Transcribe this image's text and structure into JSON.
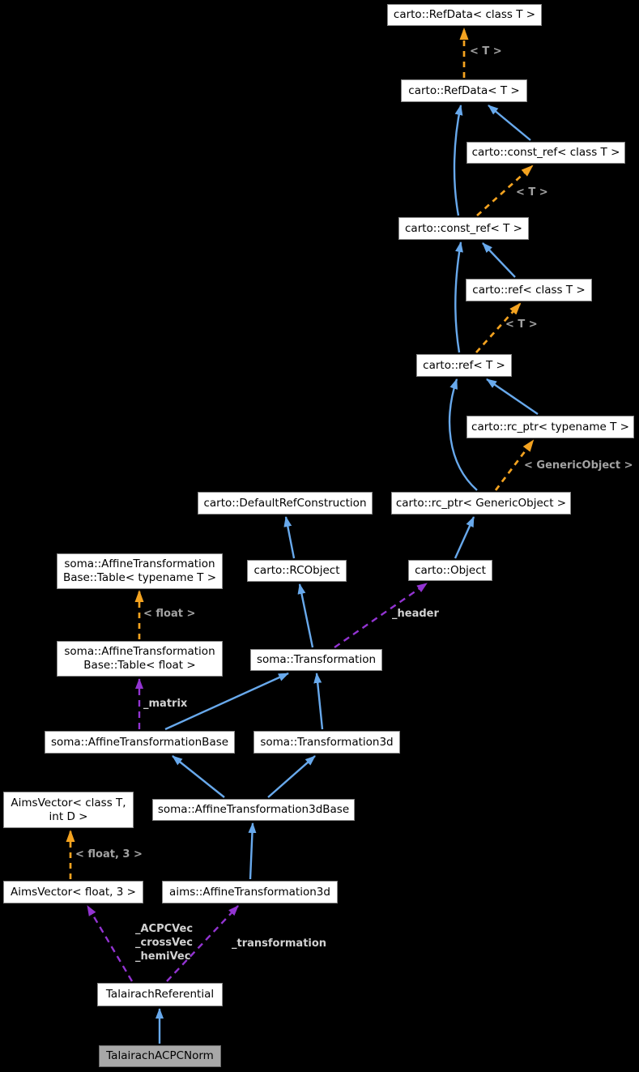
{
  "diagram": {
    "background": "#000000",
    "colors": {
      "node_fill": "#ffffff",
      "node_border": "#878787",
      "node_text": "#000000",
      "highlighted_node_fill": "#a8a8a8",
      "inheritance_arrow": "#68a9ec",
      "template_arrow": "#f4a320",
      "member_arrow": "#9334d2",
      "template_label_text": "#a2a2a2",
      "member_label_text": "#d2d2d2"
    },
    "nodes": [
      {
        "id": "refdata-class-t",
        "label": "carto::RefData< class T >"
      },
      {
        "id": "refdata-t",
        "label": "carto::RefData< T >"
      },
      {
        "id": "const-ref-class-t",
        "label": "carto::const_ref< class T >"
      },
      {
        "id": "const-ref-t",
        "label": "carto::const_ref< T >"
      },
      {
        "id": "ref-class-t",
        "label": "carto::ref< class T >"
      },
      {
        "id": "ref-t",
        "label": "carto::ref< T >"
      },
      {
        "id": "rc-ptr-typename-t",
        "label": "carto::rc_ptr< typename T >"
      },
      {
        "id": "default-ref-construction",
        "label": "carto::DefaultRefConstruction"
      },
      {
        "id": "rc-ptr-genericobject",
        "label": "carto::rc_ptr< GenericObject >"
      },
      {
        "id": "table-typename-t",
        "label": "soma::AffineTransformation\nBase::Table< typename T >"
      },
      {
        "id": "rcobject",
        "label": "carto::RCObject"
      },
      {
        "id": "object",
        "label": "carto::Object"
      },
      {
        "id": "table-float",
        "label": "soma::AffineTransformation\nBase::Table< float >"
      },
      {
        "id": "transformation",
        "label": "soma::Transformation"
      },
      {
        "id": "affine-transformation-base",
        "label": "soma::AffineTransformationBase"
      },
      {
        "id": "transformation3d",
        "label": "soma::Transformation3d"
      },
      {
        "id": "aimsvector-class-t-int-d",
        "label": "AimsVector< class T,\nint D >"
      },
      {
        "id": "affine-transformation-3dbase",
        "label": "soma::AffineTransformation3dBase"
      },
      {
        "id": "aimsvector-float-3",
        "label": "AimsVector< float, 3 >"
      },
      {
        "id": "aims-affine-transformation3d",
        "label": "aims::AffineTransformation3d"
      },
      {
        "id": "talairach-referential",
        "label": "TalairachReferential"
      },
      {
        "id": "talairach-acpcnorm",
        "label": "TalairachACPCNorm",
        "highlighted": true
      }
    ],
    "edge_labels": [
      {
        "id": "tmpl-t-refdata",
        "text": "< T >"
      },
      {
        "id": "tmpl-t-const-ref",
        "text": "< T >"
      },
      {
        "id": "tmpl-t-ref",
        "text": "< T >"
      },
      {
        "id": "tmpl-genericobject",
        "text": "< GenericObject >"
      },
      {
        "id": "tmpl-float",
        "text": "< float >"
      },
      {
        "id": "member-header",
        "text": "_header"
      },
      {
        "id": "member-matrix",
        "text": "_matrix"
      },
      {
        "id": "tmpl-float-3",
        "text": "< float, 3 >"
      },
      {
        "id": "member-vectors",
        "text": "_ACPCVec\n_crossVec\n_hemiVec"
      },
      {
        "id": "member-transformation",
        "text": "_transformation"
      }
    ],
    "edges": [
      {
        "from": "carto::RefData< T >",
        "to": "carto::RefData< class T >",
        "type": "template-instantiation",
        "label": "< T >"
      },
      {
        "from": "carto::const_ref< T >",
        "to": "carto::RefData< T >",
        "type": "inheritance",
        "label": ""
      },
      {
        "from": "carto::const_ref< class T >",
        "to": "carto::RefData< T >",
        "type": "inheritance",
        "label": ""
      },
      {
        "from": "carto::const_ref< T >",
        "to": "carto::const_ref< class T >",
        "type": "template-instantiation",
        "label": "< T >"
      },
      {
        "from": "carto::ref< class T >",
        "to": "carto::const_ref< T >",
        "type": "inheritance",
        "label": ""
      },
      {
        "from": "carto::ref< T >",
        "to": "carto::const_ref< T >",
        "type": "inheritance",
        "label": ""
      },
      {
        "from": "carto::ref< T >",
        "to": "carto::ref< class T >",
        "type": "template-instantiation",
        "label": "< T >"
      },
      {
        "from": "carto::rc_ptr< typename T >",
        "to": "carto::ref< T >",
        "type": "inheritance",
        "label": ""
      },
      {
        "from": "carto::rc_ptr< GenericObject >",
        "to": "carto::ref< T >",
        "type": "inheritance",
        "label": ""
      },
      {
        "from": "carto::rc_ptr< GenericObject >",
        "to": "carto::rc_ptr< typename T >",
        "type": "template-instantiation",
        "label": "< GenericObject >"
      },
      {
        "from": "carto::Object",
        "to": "carto::rc_ptr< GenericObject >",
        "type": "inheritance",
        "label": ""
      },
      {
        "from": "carto::RCObject",
        "to": "carto::DefaultRefConstruction",
        "type": "inheritance",
        "label": ""
      },
      {
        "from": "soma::Transformation",
        "to": "carto::RCObject",
        "type": "inheritance",
        "label": ""
      },
      {
        "from": "soma::Transformation",
        "to": "carto::Object",
        "type": "member",
        "label": "_header"
      },
      {
        "from": "soma::AffineTransformationBase::Table< float >",
        "to": "soma::AffineTransformationBase::Table< typename T >",
        "type": "template-instantiation",
        "label": "< float >"
      },
      {
        "from": "soma::AffineTransformationBase",
        "to": "soma::AffineTransformationBase::Table< float >",
        "type": "member",
        "label": "_matrix"
      },
      {
        "from": "soma::AffineTransformationBase",
        "to": "soma::Transformation",
        "type": "inheritance",
        "label": ""
      },
      {
        "from": "soma::Transformation3d",
        "to": "soma::Transformation",
        "type": "inheritance",
        "label": ""
      },
      {
        "from": "soma::AffineTransformation3dBase",
        "to": "soma::AffineTransformationBase",
        "type": "inheritance",
        "label": ""
      },
      {
        "from": "soma::AffineTransformation3dBase",
        "to": "soma::Transformation3d",
        "type": "inheritance",
        "label": ""
      },
      {
        "from": "aims::AffineTransformation3d",
        "to": "soma::AffineTransformation3dBase",
        "type": "inheritance",
        "label": ""
      },
      {
        "from": "AimsVector< float, 3 >",
        "to": "AimsVector< class T, int D >",
        "type": "template-instantiation",
        "label": "< float, 3 >"
      },
      {
        "from": "TalairachReferential",
        "to": "AimsVector< float, 3 >",
        "type": "member",
        "label": "_ACPCVec _crossVec _hemiVec"
      },
      {
        "from": "TalairachReferential",
        "to": "aims::AffineTransformation3d",
        "type": "member",
        "label": "_transformation"
      },
      {
        "from": "TalairachACPCNorm",
        "to": "TalairachReferential",
        "type": "inheritance",
        "label": ""
      }
    ]
  }
}
